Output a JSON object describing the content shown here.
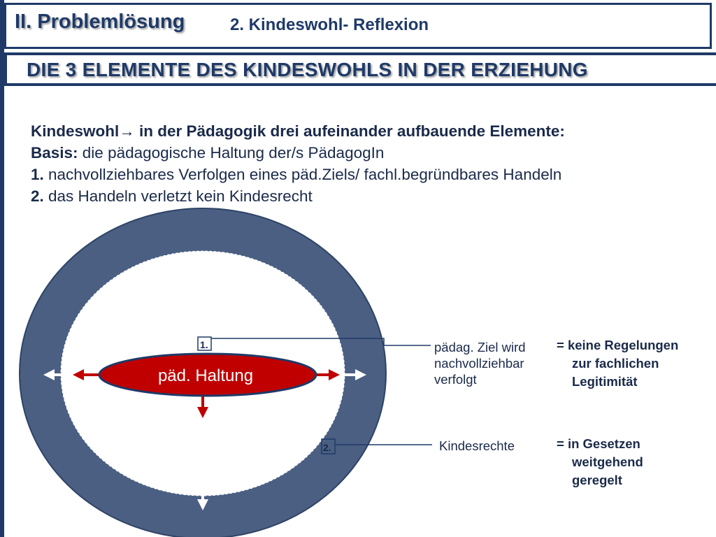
{
  "header": {
    "title": "II. Problemlösung",
    "subtitle": "2. Kindeswohl- Reflexion"
  },
  "banner": {
    "text": "DIE 3 ELEMENTE DES KINDESWOHLS IN DER ERZIEHUNG"
  },
  "intro": {
    "line1_bold": "Kindeswohl→ in der Pädagogik drei aufeinander aufbauende Elemente:",
    "line2_bold": "Basis:",
    "line2_text": " die pädagogische Haltung der/s PädagogIn",
    "line3_bold": "1.",
    "line3_text": " nachvollziehbares Verfolgen eines päd.Ziels/ fachl.begründbares Handeln",
    "line4_bold": "2.",
    "line4_text": " das Handeln verletzt kein Kindesrecht"
  },
  "diagram": {
    "center_label": "päd. Haltung",
    "marker_1": "1.",
    "marker_2": "2.",
    "label_1": [
      "pädag. Ziel wird",
      "nachvollziehbar",
      "verfolgt"
    ],
    "label_2": "Kindesrechte",
    "note_1": [
      "= keine Regelungen",
      "zur fachlichen",
      "Legitimität"
    ],
    "note_2": [
      "= in Gesetzen",
      "weitgehend",
      "geregelt"
    ],
    "colors": {
      "ring": "#4a5f82",
      "ellipse": "#c00000",
      "navy": "#1f3a68"
    }
  }
}
